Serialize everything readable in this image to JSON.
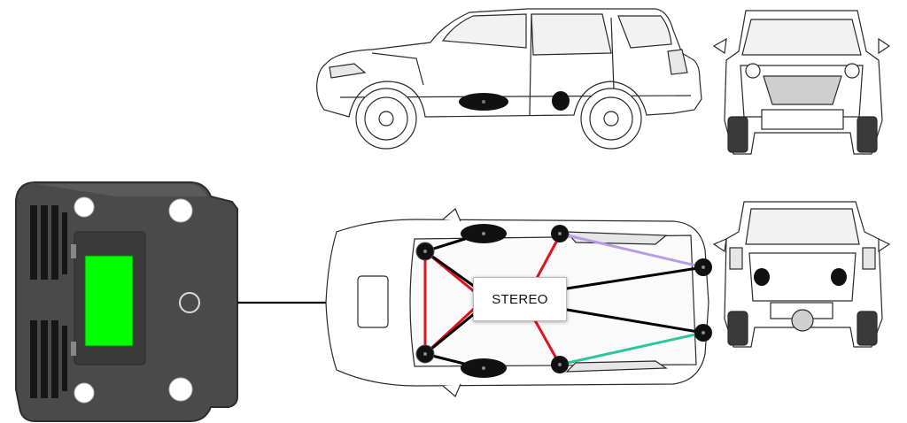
{
  "diagram": {
    "stereo_label": "STEREO",
    "head_unit": {
      "screen_color": "#00ff00",
      "body_color": "#4a4a4a"
    },
    "wire_colors": {
      "front_speaker_wire": "#e0141e",
      "main_wire": "#000000",
      "rear_left_wire": "#b99ce6",
      "rear_right_wire": "#2cc69a"
    },
    "vehicle_views": [
      "side-view",
      "front-view",
      "top-view",
      "rear-view"
    ]
  }
}
